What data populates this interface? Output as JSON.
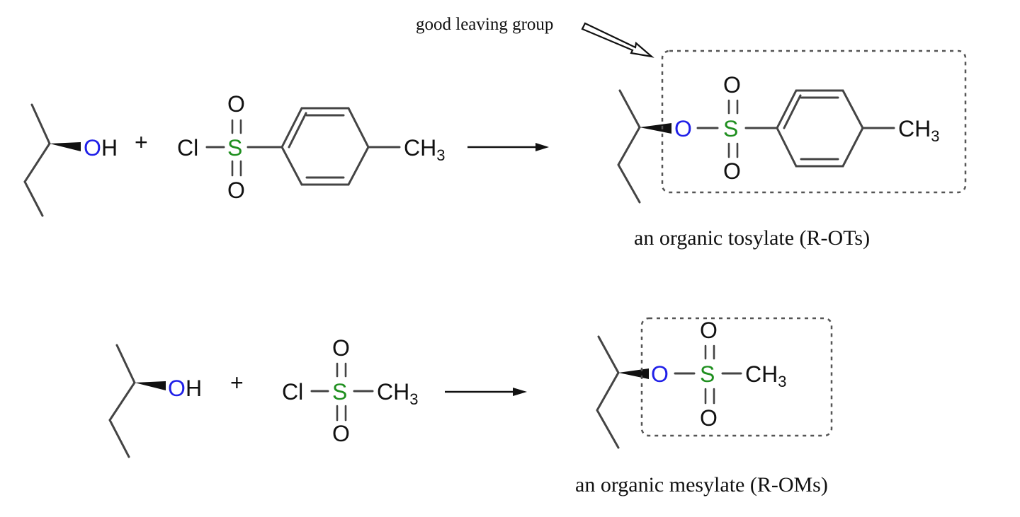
{
  "colors": {
    "bond": "#444444",
    "oxygen_hydroxyl": "#2020e8",
    "sulfur": "#1f8f1f",
    "text": "#111111"
  },
  "atoms": {
    "oh_o": "O",
    "oh_h": "H",
    "plus": "+",
    "cl": "Cl",
    "s": "S",
    "o": "O",
    "ch3_c": "CH",
    "ch3_sub": "3"
  },
  "labels": {
    "leaving_group": "good leaving group",
    "tosylate": "an organic tosylate (R-OTs)",
    "mesylate": "an organic mesylate (R-OMs)"
  }
}
